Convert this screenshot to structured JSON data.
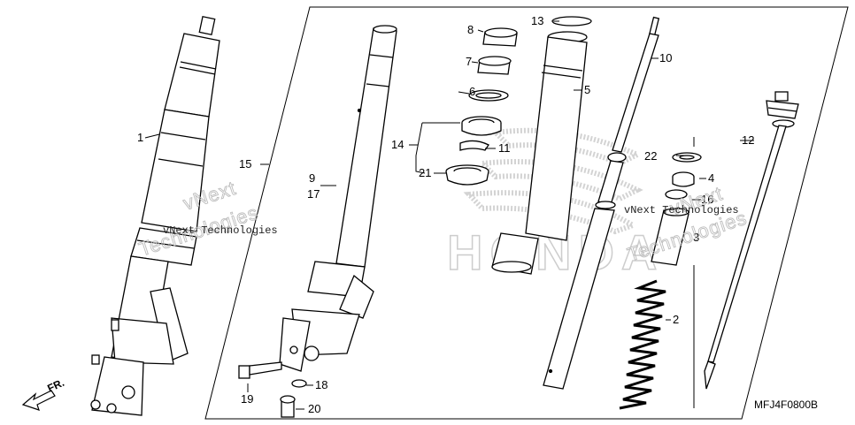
{
  "diagram_code": "MFJ4F0800B",
  "direction_label": "FR.",
  "watermarks": [
    "vNext Technologies",
    "vNext Technologies"
  ],
  "background_logo_text": "HONDA",
  "callouts": [
    "1",
    "2",
    "3",
    "4",
    "5",
    "6",
    "7",
    "8",
    "9",
    "10",
    "11",
    "12",
    "13",
    "14",
    "15",
    "16",
    "17",
    "18",
    "19",
    "20",
    "21",
    "22"
  ]
}
